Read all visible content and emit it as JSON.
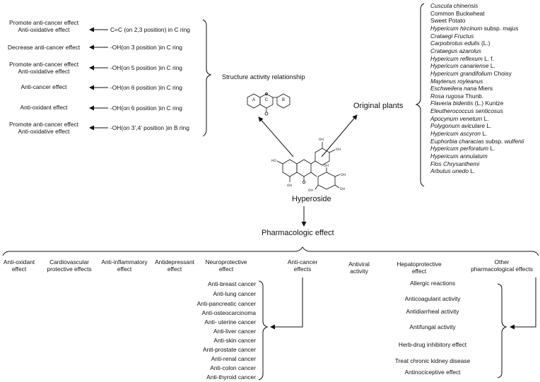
{
  "sar": {
    "header": "Structure activity relationship",
    "effects": [
      [
        "Promote anti-cancer effect",
        "Anti-oxidative effect"
      ],
      [
        "Decrease  anti-cancer effect"
      ],
      [
        "Promote anti-cancer effect",
        "Anti-oxidative effect"
      ],
      [
        "Anti-cancer effect"
      ],
      [
        "Anti-oxidant effect"
      ],
      [
        "Promote anti-cancer effect",
        "Anti-oxidative effect"
      ]
    ],
    "structures": [
      "C=C (on 2,3 position) in C ring",
      "-OH(on 3 position )in C ring",
      "-OH(on 5 position )in C ring",
      "-OH(on 6 position )in C ring",
      "-OH(on 6 position )in C ring",
      "-OH(on 3’,4’ position )in B ring"
    ],
    "ring_labels": [
      "A",
      "C",
      "B"
    ]
  },
  "center": {
    "compound": "Hyperoside",
    "pharm_header": "Pharmacologic effect"
  },
  "plants": {
    "header": "Original plants",
    "items": [
      [
        {
          "t": "Cuscuta chinensis",
          "i": true
        }
      ],
      [
        {
          "t": "Common Buckwheat",
          "i": false
        }
      ],
      [
        {
          "t": "Sweet Potato",
          "i": false
        }
      ],
      [
        {
          "t": "Hypericum hircinum",
          "i": true
        },
        {
          "t": " subsp. ",
          "i": false
        },
        {
          "t": "majus",
          "i": true
        }
      ],
      [
        {
          "t": "Crataegi Fructus",
          "i": true
        }
      ],
      [
        {
          "t": "Carpobrotus edulis",
          "i": true
        },
        {
          "t": " (L.)",
          "i": false
        }
      ],
      [
        {
          "t": "Crataegus azarolus",
          "i": true
        }
      ],
      [
        {
          "t": "Hypericum reflexum",
          "i": true
        },
        {
          "t": " L. f.",
          "i": false
        }
      ],
      [
        {
          "t": "Hypericum canariense",
          "i": true
        },
        {
          "t": " L.",
          "i": false
        }
      ],
      [
        {
          "t": "Hypericum grandifolium",
          "i": true
        },
        {
          "t": " Choisy",
          "i": false
        }
      ],
      [
        {
          "t": "Maytenus royleanus",
          "i": true
        }
      ],
      [
        {
          "t": "Eschweilera nana",
          "i": true
        },
        {
          "t": " Miers",
          "i": false
        }
      ],
      [
        {
          "t": "Rosa rugosa",
          "i": true
        },
        {
          "t": " Thunb.",
          "i": false
        }
      ],
      [
        {
          "t": "Flaveria bidentis",
          "i": true
        },
        {
          "t": " (L.) Kuntze",
          "i": false
        }
      ],
      [
        {
          "t": "Eleutherococcus senticosus",
          "i": true
        }
      ],
      [
        {
          "t": "Apocynum venetum",
          "i": true
        },
        {
          "t": " L.",
          "i": false
        }
      ],
      [
        {
          "t": "Polygonum aviculare",
          "i": true
        },
        {
          "t": " L.",
          "i": false
        }
      ],
      [
        {
          "t": "Hypericum ascyron",
          "i": true
        },
        {
          "t": " L.",
          "i": false
        }
      ],
      [
        {
          "t": "Euphorbia characias",
          "i": true
        },
        {
          "t": " subsp. ",
          "i": false
        },
        {
          "t": "wulfenii",
          "i": true
        }
      ],
      [
        {
          "t": "Hypericum perforatum",
          "i": true
        },
        {
          "t": " L.",
          "i": false
        }
      ],
      [
        {
          "t": "Hypericum annulatum",
          "i": true
        }
      ],
      [
        {
          "t": "Flos Chrysanthemi",
          "i": true
        }
      ],
      [
        {
          "t": "Arbutus unedo",
          "i": true
        },
        {
          "t": " L.",
          "i": false
        }
      ]
    ]
  },
  "pharm": {
    "categories": [
      [
        "Anti-oxidant",
        "effect"
      ],
      [
        "Cardiovascular",
        "protective effects"
      ],
      [
        "Anti-inflammatory",
        "effect"
      ],
      [
        "Antidepressant",
        "effect"
      ],
      [
        "Neuroprotective",
        "effect"
      ],
      [
        "Anti-cancer",
        "effects"
      ],
      [
        "Antiviral",
        "activity"
      ],
      [
        "Hepatoprotective",
        "effect"
      ],
      [
        "Other",
        "pharmacological effects"
      ]
    ],
    "cancers": [
      "Anti-breast cancer",
      "Anti-lung cancer",
      "Anti-pancreatic cancer",
      "Anti-osteocarcinoma",
      "Anti- uterine cancer",
      "Anti-liver cancer",
      "Anti-skin cancer",
      "Anti-prostate cancer",
      "Anti-renal cancer",
      "Anti-colon cancer",
      "Anti-thyroid cancer"
    ],
    "others": [
      "Allergic reactions",
      "Anticoagulant activity",
      "Antidiarrheal activity",
      "Antifungal activity",
      "Herb-drug inhibitory effect",
      "Treat chronic kidney disease",
      "Antinociceptive effect"
    ]
  }
}
